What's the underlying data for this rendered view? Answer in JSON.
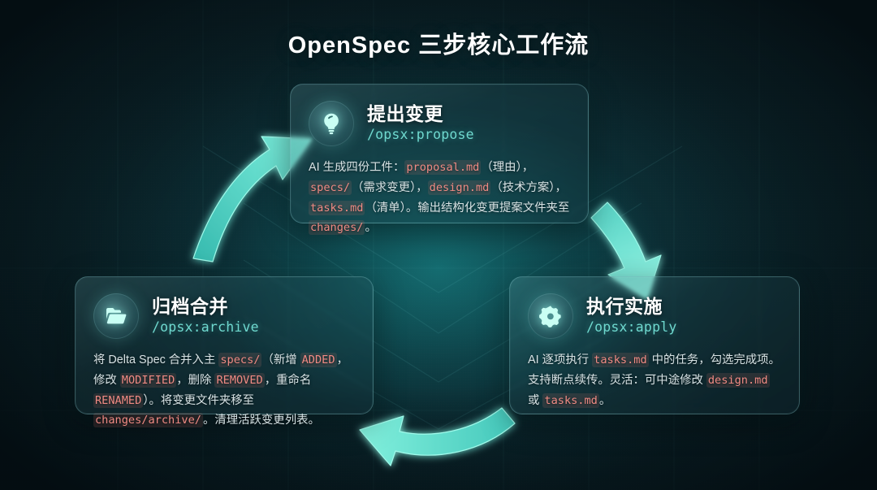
{
  "page": {
    "title": "OpenSpec 三步核心工作流",
    "background_color": "#0a2228",
    "accent_color": "#5fe3d0",
    "code_color": "#f08b84",
    "command_color": "#6fd9cf"
  },
  "cards": [
    {
      "id": "propose",
      "icon": "lightbulb-icon",
      "title": "提出变更",
      "command": "/opsx:propose",
      "body_html": "AI 生成四份工件：<code>proposal.md</code>（理由），<code>specs/</code>（需求变更），<code>design.md</code>（技术方案），<code>tasks.md</code>（清单）。输出结构化变更提案文件夹至 <code>changes/</code>。",
      "body_text": "AI 生成四份工件：proposal.md（理由），specs/（需求变更），design.md（技术方案），tasks.md（清单）。输出结构化变更提案文件夹至 changes/。",
      "code_tokens": [
        "proposal.md",
        "specs/",
        "design.md",
        "tasks.md",
        "changes/"
      ]
    },
    {
      "id": "apply",
      "icon": "gear-icon",
      "title": "执行实施",
      "command": "/opsx:apply",
      "body_html": "AI 逐项执行 <code>tasks.md</code> 中的任务，勾选完成项。支持断点续传。灵活：可中途修改 <code>design.md</code> 或 <code>tasks.md</code>。",
      "body_text": "AI 逐项执行 tasks.md 中的任务，勾选完成项。支持断点续传。灵活：可中途修改 design.md 或 tasks.md。",
      "code_tokens": [
        "tasks.md",
        "design.md",
        "tasks.md"
      ]
    },
    {
      "id": "archive",
      "icon": "folder-icon",
      "title": "归档合并",
      "command": "/opsx:archive",
      "body_html": "将 Delta Spec 合并入主 <code>specs/</code>（新增 <code>ADDED</code>，修改 <code>MODIFIED</code>，删除 <code>REMOVED</code>，重命名 <code>RENAMED</code>）。将变更文件夹移至 <code>changes/archive/</code>。清理活跃变更列表。",
      "body_text": "将 Delta Spec 合并入主 specs/（新增 ADDED，修改 MODIFIED，删除 REMOVED，重命名 RENAMED）。将变更文件夹移至 changes/archive/。清理活跃变更列表。",
      "code_tokens": [
        "specs/",
        "ADDED",
        "MODIFIED",
        "REMOVED",
        "RENAMED",
        "changes/archive/"
      ]
    }
  ],
  "arrows": [
    {
      "id": "archive-to-propose",
      "direction": "up-right",
      "from": "archive",
      "to": "propose",
      "color": "#5fe3d0"
    },
    {
      "id": "propose-to-apply",
      "direction": "down-right",
      "from": "propose",
      "to": "apply",
      "color": "#7fe9d8"
    },
    {
      "id": "apply-to-archive",
      "direction": "left",
      "from": "apply",
      "to": "archive",
      "color": "#5fe3d0"
    }
  ]
}
